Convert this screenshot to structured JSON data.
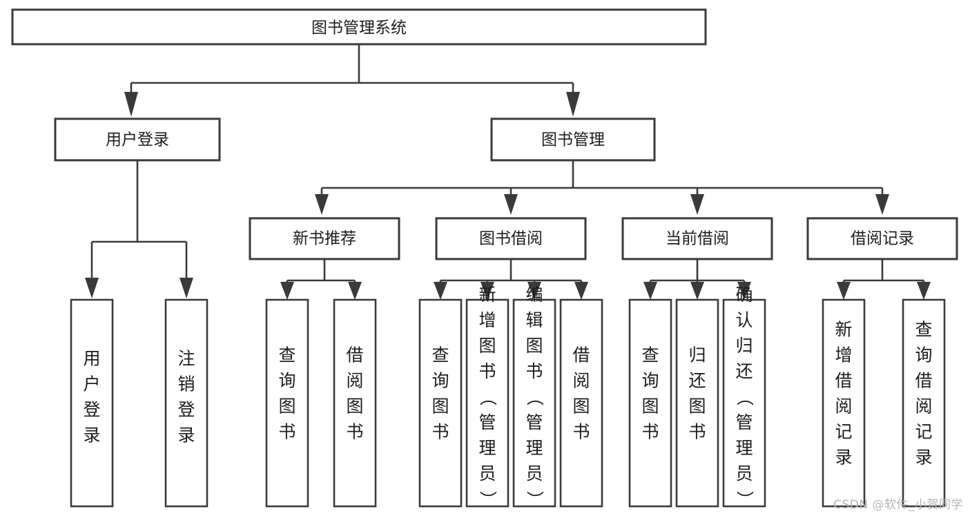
{
  "diagram": {
    "type": "tree",
    "title": "图书管理系统",
    "watermark": "CSDN @软件_小贺同学",
    "colors": {
      "stroke": "#3a3a3a",
      "fill": "#ffffff",
      "text": "#1c1c1c",
      "watermark": "#b4b4b4"
    },
    "root": {
      "label": "图书管理系统",
      "orientation": "horizontal"
    },
    "level2": [
      {
        "label": "用户登录",
        "orientation": "horizontal"
      },
      {
        "label": "图书管理",
        "orientation": "horizontal"
      }
    ],
    "level3": [
      {
        "label": "新书推荐",
        "orientation": "horizontal"
      },
      {
        "label": "图书借阅",
        "orientation": "horizontal"
      },
      {
        "label": "当前借阅",
        "orientation": "horizontal"
      },
      {
        "label": "借阅记录",
        "orientation": "horizontal"
      }
    ],
    "leaves": {
      "user_login": [
        {
          "label": "用户登录",
          "orientation": "vertical"
        },
        {
          "label": "注销登录",
          "orientation": "vertical"
        }
      ],
      "new_book_recommend": [
        {
          "label": "查询图书",
          "orientation": "vertical"
        },
        {
          "label": "借阅图书",
          "orientation": "vertical"
        }
      ],
      "book_borrow": [
        {
          "label": "查询图书",
          "orientation": "vertical"
        },
        {
          "label": "新增图书（管理员）",
          "orientation": "vertical"
        },
        {
          "label": "编辑图书（管理员）",
          "orientation": "vertical"
        },
        {
          "label": "借阅图书",
          "orientation": "vertical"
        }
      ],
      "current_borrow": [
        {
          "label": "查询图书",
          "orientation": "vertical"
        },
        {
          "label": "归还图书",
          "orientation": "vertical"
        },
        {
          "label": "确认归还（管理员）",
          "orientation": "vertical"
        }
      ],
      "borrow_record": [
        {
          "label": "新增借阅记录",
          "orientation": "vertical"
        },
        {
          "label": "查询借阅记录",
          "orientation": "vertical"
        }
      ]
    },
    "edges": [
      {
        "from": "图书管理系统",
        "to": "用户登录"
      },
      {
        "from": "图书管理系统",
        "to": "图书管理"
      },
      {
        "from": "图书管理",
        "to": "新书推荐"
      },
      {
        "from": "图书管理",
        "to": "图书借阅"
      },
      {
        "from": "图书管理",
        "to": "当前借阅"
      },
      {
        "from": "图书管理",
        "to": "借阅记录"
      },
      {
        "from": "用户登录",
        "to": "用户登录"
      },
      {
        "from": "用户登录",
        "to": "注销登录"
      },
      {
        "from": "新书推荐",
        "to": "查询图书"
      },
      {
        "from": "新书推荐",
        "to": "借阅图书"
      },
      {
        "from": "图书借阅",
        "to": "查询图书"
      },
      {
        "from": "图书借阅",
        "to": "新增图书（管理员）"
      },
      {
        "from": "图书借阅",
        "to": "编辑图书（管理员）"
      },
      {
        "from": "图书借阅",
        "to": "借阅图书"
      },
      {
        "from": "当前借阅",
        "to": "查询图书"
      },
      {
        "from": "当前借阅",
        "to": "归还图书"
      },
      {
        "from": "当前借阅",
        "to": "确认归还（管理员）"
      },
      {
        "from": "借阅记录",
        "to": "新增借阅记录"
      },
      {
        "from": "借阅记录",
        "to": "查询借阅记录"
      }
    ]
  }
}
